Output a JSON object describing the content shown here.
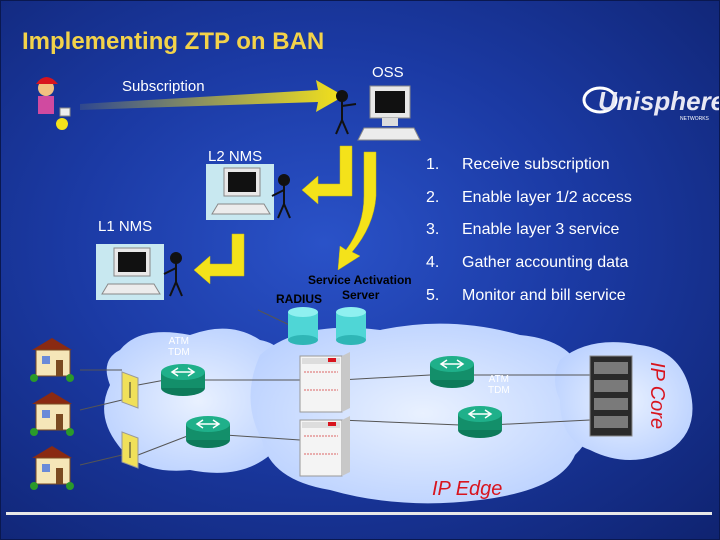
{
  "title": "Implementing ZTP on BAN",
  "labels": {
    "subscription": "Subscription",
    "oss": "OSS",
    "l2_nms": "L2 NMS",
    "l1_nms": "L1 NMS",
    "service_activation_line1": "Service Activation",
    "service_activation_line2": "Server",
    "radius": "RADIUS",
    "atm_tdm_left_line1": "ATM",
    "atm_tdm_left_line2": "TDM",
    "atm_tdm_right_line1": "ATM",
    "atm_tdm_right_line2": "TDM",
    "ip_edge": "IP Edge",
    "ip_core": "IP Core"
  },
  "steps": [
    {
      "num": "1.",
      "text": "Receive subscription"
    },
    {
      "num": "2.",
      "text": "Enable layer 1/2 access"
    },
    {
      "num": "3.",
      "text": "Enable layer 3 service"
    },
    {
      "num": "4.",
      "text": "Gather accounting data"
    },
    {
      "num": "5.",
      "text": "Monitor and bill service"
    }
  ],
  "logo": {
    "text": "Unisphere",
    "sub": "NETWORKS"
  },
  "colors": {
    "title": "#f2d24a",
    "accent_red": "#d8141e",
    "arrow_yellow": "#f4e21a",
    "background": "#1b3aa4"
  }
}
